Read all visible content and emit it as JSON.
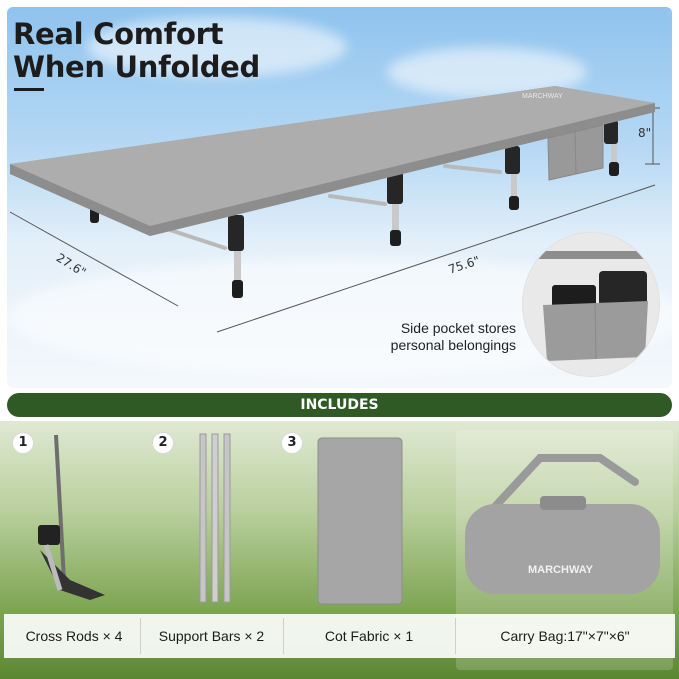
{
  "headline": {
    "line1": "Real Comfort",
    "line2": "When Unfolded"
  },
  "dimensions": {
    "width": "27.6\"",
    "length": "75.6\"",
    "height": "8\""
  },
  "cot": {
    "brand_tag": "MARCHWAY"
  },
  "side_pocket_caption": "Side pocket stores personal belongings",
  "includes_banner": "INCLUDES",
  "items": [
    {
      "number": "1",
      "label": "Cross Rods × 4"
    },
    {
      "number": "2",
      "label": "Support Bars × 2"
    },
    {
      "number": "3",
      "label": "Cot Fabric × 1"
    },
    {
      "number": "",
      "label": "Carry Bag:17\"×7\"×6\""
    }
  ],
  "bag": {
    "brand": "MARCHWAY"
  },
  "colors": {
    "banner": "#2f5a25",
    "fabric": "#a7a7a7",
    "sky_top": "#8fc3ee",
    "grass": "#5b8733"
  }
}
